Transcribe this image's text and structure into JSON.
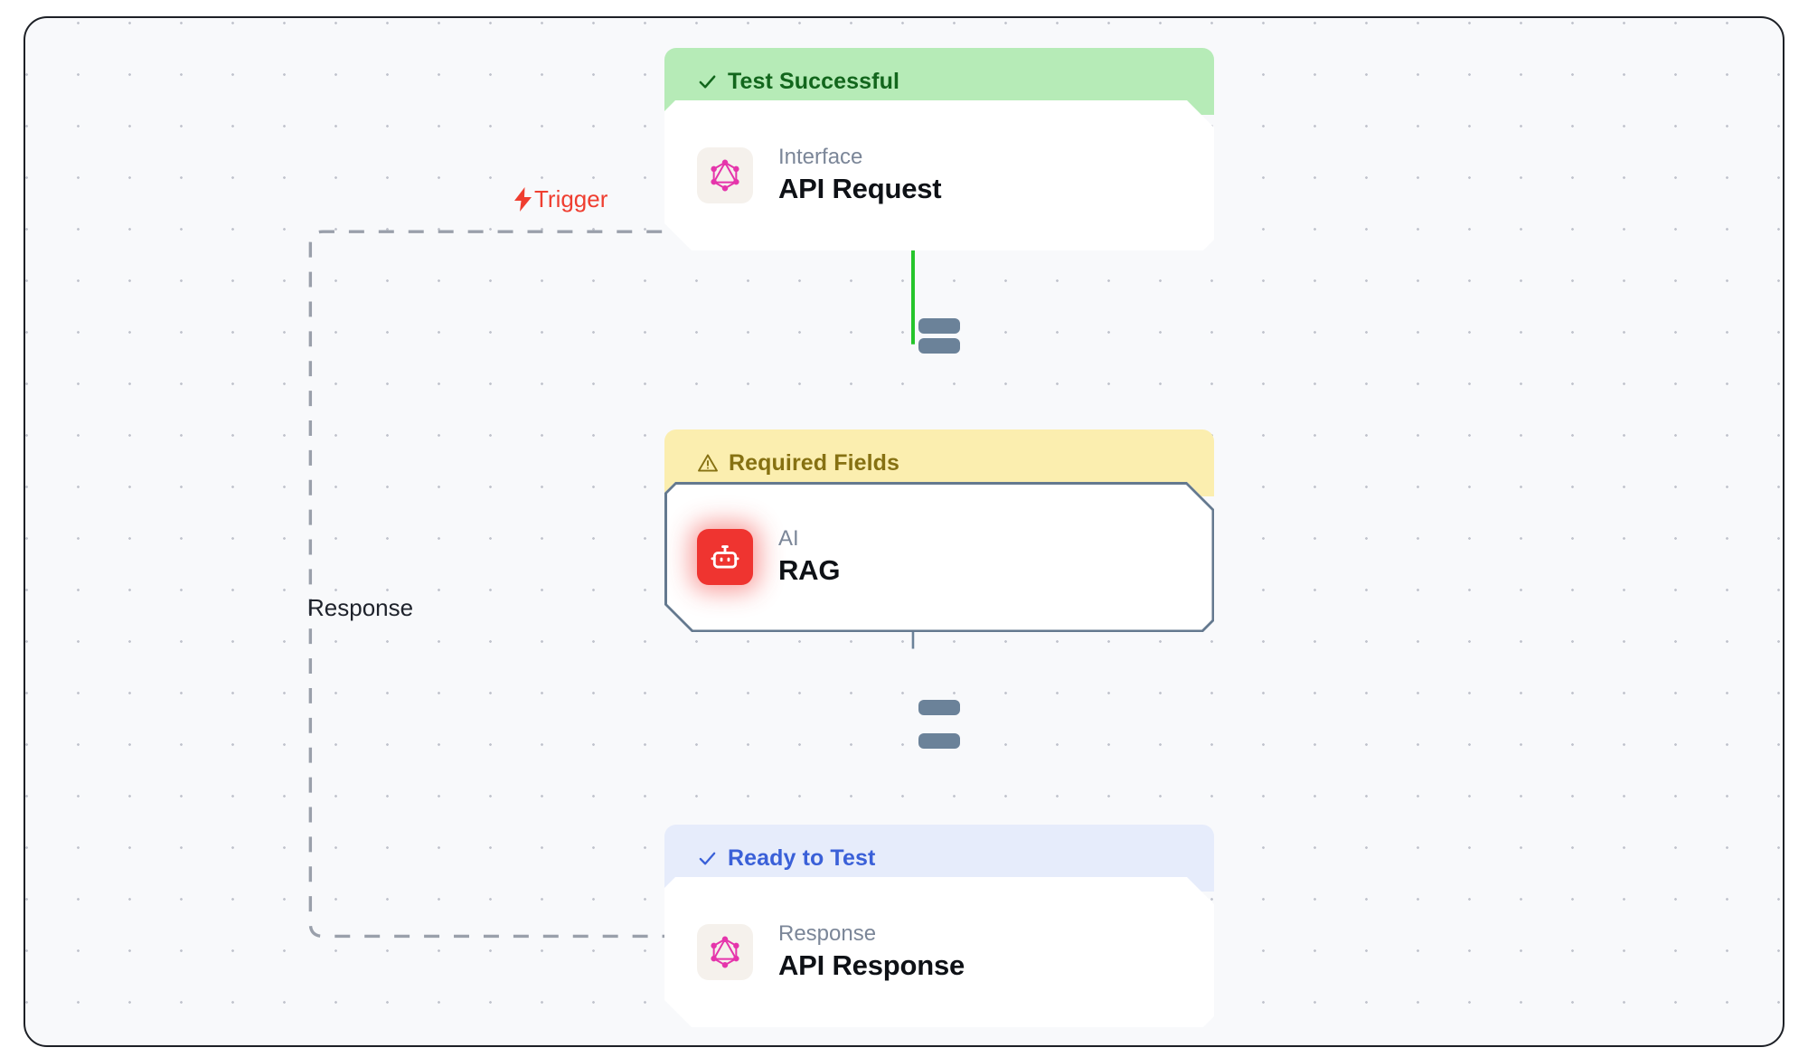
{
  "canvas": {
    "background_color": "#f8f9fb",
    "frame_color": "#1d2026",
    "grid": "dot-grid"
  },
  "edges": [
    {
      "id": "trigger-edge",
      "label": "Trigger",
      "icon": "lightning-bolt-icon",
      "style": "dashed",
      "color": "#9aa0ab",
      "label_color": "#ef3e30"
    },
    {
      "id": "request-to-rag-edge",
      "label": "",
      "style": "solid",
      "color": "#25c52b"
    },
    {
      "id": "rag-to-response-edge",
      "label": "",
      "style": "solid",
      "color": "#6b8299"
    },
    {
      "id": "response-edge",
      "label": "Response",
      "style": "dashed",
      "color": "#9aa0ab",
      "label_color": "#1e222b"
    }
  ],
  "nodes": [
    {
      "id": "api-request",
      "status_label": "Test Successful",
      "status_icon": "check-icon",
      "status_variant": "success",
      "status_bg": "#b6ebb7",
      "status_color": "#12661c",
      "kicker": "Interface",
      "title": "API Request",
      "icon": "graphql-icon",
      "selected": false
    },
    {
      "id": "rag",
      "status_label": "Required Fields",
      "status_icon": "warning-triangle-icon",
      "status_variant": "warning",
      "status_bg": "#fbeeaf",
      "status_color": "#867112",
      "kicker": "AI",
      "title": "RAG",
      "icon": "robot-icon",
      "selected": true
    },
    {
      "id": "api-response",
      "status_label": "Ready to Test",
      "status_icon": "check-icon",
      "status_variant": "info",
      "status_bg": "#e6ecfb",
      "status_color": "#3a60d8",
      "kicker": "Response",
      "title": "API Response",
      "icon": "graphql-icon",
      "selected": false
    }
  ]
}
